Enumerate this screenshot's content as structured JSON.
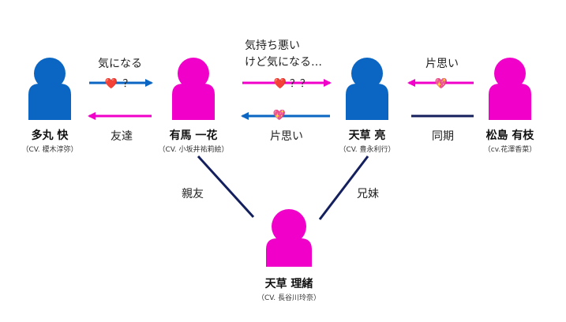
{
  "colors": {
    "blue": "#0A66C2",
    "magenta": "#F000C8",
    "navy": "#14205E",
    "heart_red": "#E0245E",
    "heart_pink": "#E85AA8"
  },
  "people": {
    "tamaru": {
      "name": "多丸 快",
      "cv": "（CV. 榎木淳弥）",
      "color": "blue"
    },
    "arima": {
      "name": "有馬 一花",
      "cv": "（CV. 小坂井祐莉絵）",
      "color": "magenta"
    },
    "amakusa_ryo": {
      "name": "天草 亮",
      "cv": "（CV. 豊永利行）",
      "color": "blue"
    },
    "matsushima": {
      "name": "松島 有枝",
      "cv": "（cv.花澤香菜）",
      "color": "magenta"
    },
    "amakusa_rio": {
      "name": "天草 理緒",
      "cv": "（CV. 長谷川玲奈）",
      "color": "magenta"
    }
  },
  "relations": {
    "tamaru_to_arima": {
      "label": "気になる",
      "heart": "❤️",
      "mark": "？"
    },
    "arima_to_tamaru": {
      "label": "友達"
    },
    "arima_to_ryo": {
      "label_line1": "気持ち悪い",
      "label_line2": "けど気になる…",
      "heart": "❤️",
      "mark": "？？"
    },
    "ryo_to_arima": {
      "label": "片思い",
      "heart": "💖"
    },
    "matsushima_to_ryo": {
      "label": "片思い",
      "heart": "💖"
    },
    "ryo_matsushima": {
      "label": "同期"
    },
    "arima_rio": {
      "label": "親友"
    },
    "ryo_rio": {
      "label": "兄妹"
    }
  }
}
